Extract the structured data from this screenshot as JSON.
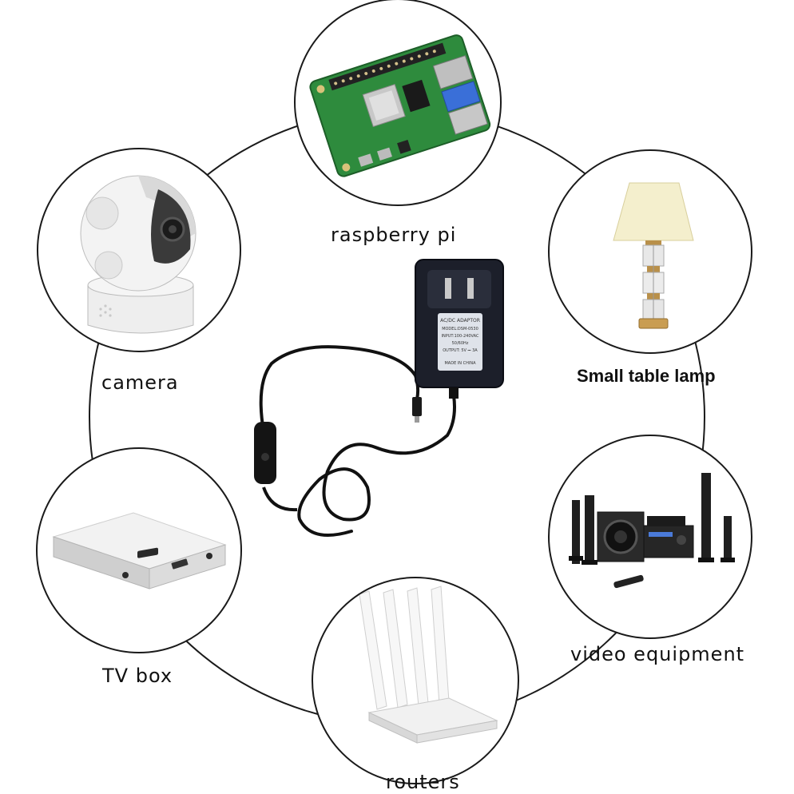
{
  "labels": {
    "raspberry_pi": "raspberry pi",
    "camera": "camera",
    "lamp": "Small table lamp",
    "tv_box": "TV box",
    "video": "video equipment",
    "routers": "routers"
  },
  "adapter_text": {
    "line1": "AC/DC ADAPTOR",
    "line2": "MODEL:DSM-0530",
    "line3": "INPUT:100-240VAC",
    "line4": "50/60Hz",
    "line5": "OUTPUT: 5V ⎓ 3A",
    "line6": "MADE IN CHINA"
  },
  "colors": {
    "ring": "#1a1a1a",
    "text": "#111111",
    "pcb": "#2e8b3d",
    "adapter": "#1c1f2a"
  }
}
